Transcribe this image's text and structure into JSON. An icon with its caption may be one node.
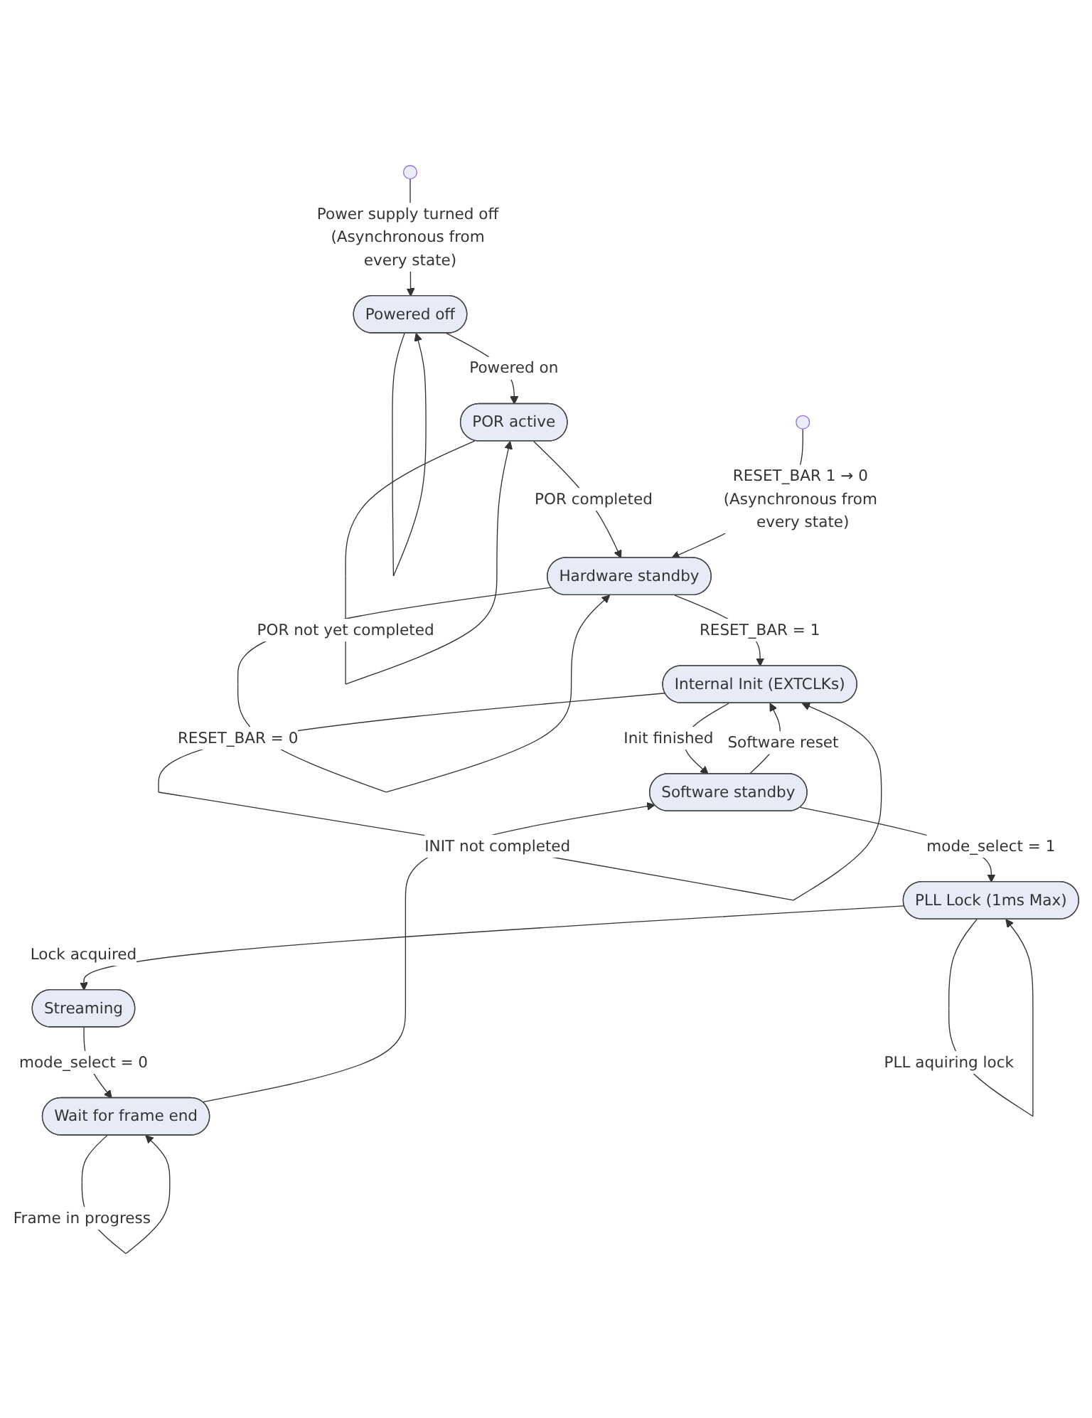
{
  "diagram": {
    "nodes": [
      {
        "text": [
          "Powered off"
        ]
      },
      {
        "text": [
          "POR active"
        ]
      },
      {
        "text": [
          "Hardware standby"
        ]
      },
      {
        "text": [
          "Internal Init (EXTCLKs)"
        ]
      },
      {
        "text": [
          "Software standby"
        ]
      },
      {
        "text": [
          "PLL Lock (1ms Max)"
        ]
      },
      {
        "text": [
          "Streaming"
        ]
      },
      {
        "text": [
          "Wait for frame end"
        ]
      }
    ],
    "edges": [
      {
        "from": null,
        "to": 0,
        "arrow": "to",
        "label": "Power supply turned off (Asynchronous from every state)"
      },
      {
        "from": 0,
        "to": 0,
        "arrow": "to"
      },
      {
        "from": 0,
        "to": 1,
        "arrow": "to",
        "label": "Powered on"
      },
      {
        "from": 1,
        "to": 1,
        "arrow": "to",
        "label": "POR not yet completed"
      },
      {
        "from": 1,
        "to": 2,
        "arrow": "to",
        "label": "POR completed"
      },
      {
        "from": 2,
        "to": 2,
        "arrow": "to",
        "label": "RESET_BAR = 0"
      },
      {
        "from": null,
        "to": 2,
        "arrow": "to",
        "label": "RESET_BAR 1 → 0 (Asynchronous from every state)"
      },
      {
        "from": 2,
        "to": 3,
        "arrow": "to",
        "label": "RESET_BAR = 1"
      },
      {
        "from": 3,
        "to": 3,
        "arrow": "to",
        "label": "INIT not completed"
      },
      {
        "from": 3,
        "to": 4,
        "arrow": "to",
        "label": "Init finished"
      },
      {
        "from": 4,
        "to": 3,
        "arrow": "to",
        "label": "Software reset"
      },
      {
        "from": 4,
        "to": 5,
        "arrow": "to",
        "label": "mode_select = 1"
      },
      {
        "from": 5,
        "to": 5,
        "arrow": "to",
        "label": "PLL aquiring lock"
      },
      {
        "from": 5,
        "to": 6,
        "arrow": "to",
        "label": "Lock acquired"
      },
      {
        "from": 6,
        "to": 7,
        "arrow": "to",
        "label": "mode_select = 0"
      },
      {
        "from": 7,
        "to": 4,
        "arrow": "to"
      },
      {
        "from": 7,
        "to": 7,
        "arrow": "to",
        "label": "Frame in progress"
      }
    ]
  }
}
